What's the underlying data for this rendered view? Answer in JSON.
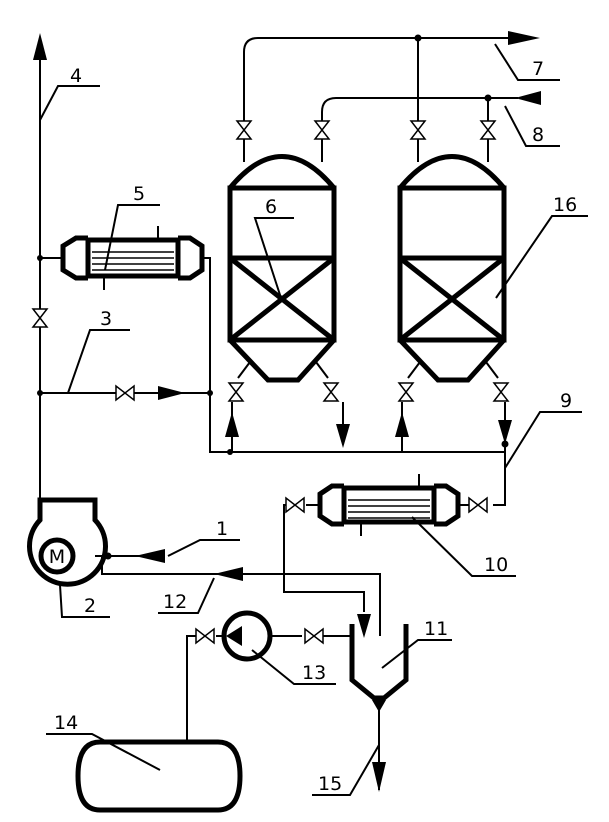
{
  "labels": {
    "n1": "1",
    "n2": "2",
    "n3": "3",
    "n4": "4",
    "n5": "5",
    "n6": "6",
    "n7": "7",
    "n8": "8",
    "n9": "9",
    "n10": "10",
    "n11": "11",
    "n12": "12",
    "n13": "13",
    "n14": "14",
    "n15": "15",
    "n16": "16"
  },
  "motor_symbol": "M",
  "colors": {
    "line": "#000000",
    "background": "#ffffff"
  }
}
